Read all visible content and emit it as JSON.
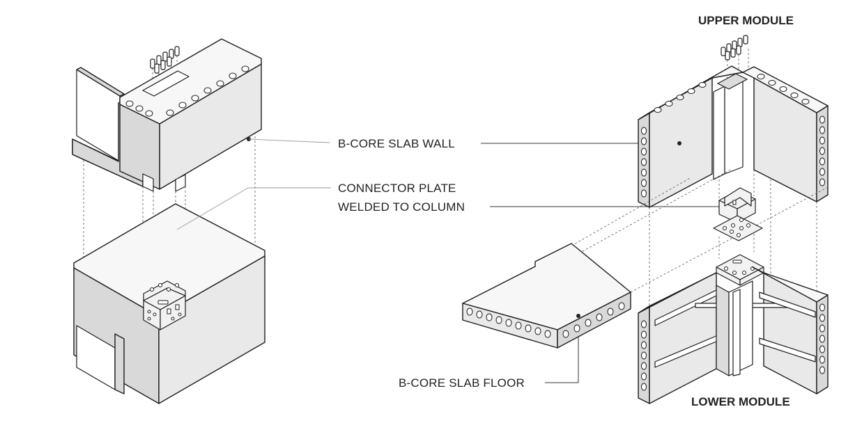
{
  "labels": {
    "upper_module": "UPPER MODULE",
    "lower_module": "LOWER MODULE",
    "slab_wall": "B-CORE SLAB WALL",
    "connector_line1": "CONNECTOR PLATE",
    "connector_line2": "WELDED TO COLUMN",
    "slab_floor": "B-CORE SLAB FLOOR"
  },
  "colors": {
    "panel_fill": "#e9e9e9",
    "outline": "#1c1c1c",
    "text": "#222222",
    "background": "#ffffff"
  }
}
